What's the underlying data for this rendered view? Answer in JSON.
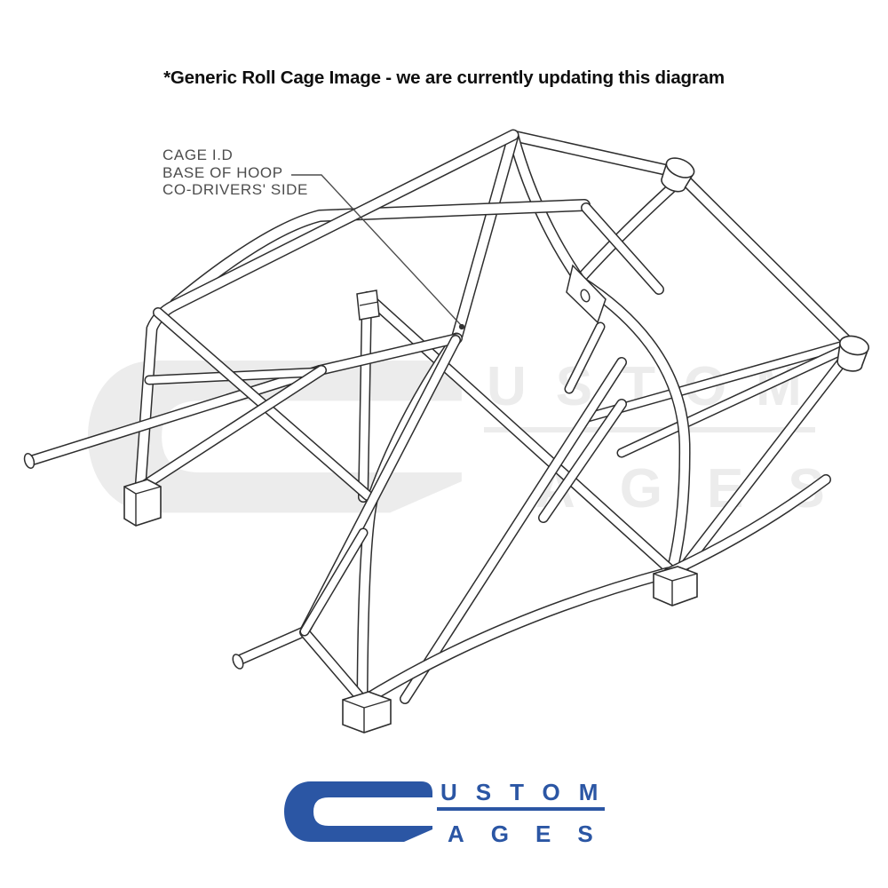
{
  "title": {
    "text": "*Generic Roll Cage Image - we are currently updating this diagram"
  },
  "annotation": {
    "lines": [
      "CAGE I.D",
      "BASE OF HOOP",
      "CO-DRIVERS' SIDE"
    ],
    "color": "#4d4d4d"
  },
  "diagram": {
    "description": "Isometric wireframe line drawing of a generic weld-in roll cage with tube end caps and mounting feet",
    "line_color": "#2e2e2e"
  },
  "watermark": {
    "letter_c": "C",
    "word_top": "USTOM",
    "word_bottom": "AGES",
    "color": "#ececec"
  },
  "logo": {
    "letter_c": "C",
    "word_top": "USTOM",
    "word_bottom": "AGES",
    "color": "#2B56A4"
  }
}
